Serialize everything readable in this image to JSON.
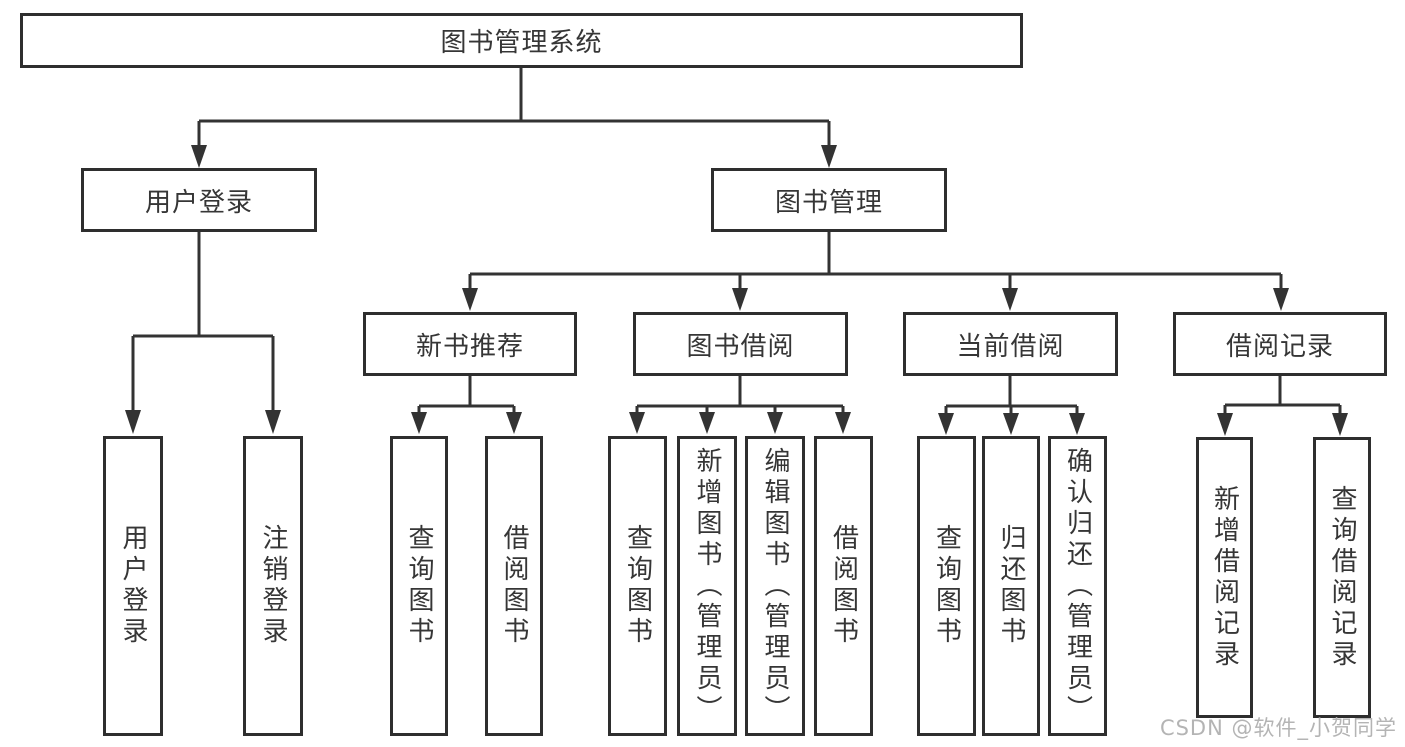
{
  "diagram": {
    "root": {
      "label": "图书管理系统"
    },
    "branches": [
      {
        "label": "用户登录",
        "children": [
          {
            "label": "用户登录"
          },
          {
            "label": "注销登录"
          }
        ]
      },
      {
        "label": "图书管理",
        "groups": [
          {
            "label": "新书推荐",
            "children": [
              {
                "label": "查询图书"
              },
              {
                "label": "借阅图书"
              }
            ]
          },
          {
            "label": "图书借阅",
            "children": [
              {
                "label": "查询图书"
              },
              {
                "label": "新增图书（管理员）"
              },
              {
                "label": "编辑图书（管理员）"
              },
              {
                "label": "借阅图书"
              }
            ]
          },
          {
            "label": "当前借阅",
            "children": [
              {
                "label": "查询图书"
              },
              {
                "label": "归还图书"
              },
              {
                "label": "确认归还（管理员）"
              }
            ]
          },
          {
            "label": "借阅记录",
            "children": [
              {
                "label": "新增借阅记录"
              },
              {
                "label": "查询借阅记录"
              }
            ]
          }
        ]
      }
    ]
  },
  "watermark": {
    "text": "CSDN @软件_小贺同学"
  },
  "colors": {
    "line": "#333333",
    "border": "#2e2e2e",
    "text": "#363636",
    "background": "#ffffff",
    "watermark": "#b4b4b4"
  }
}
